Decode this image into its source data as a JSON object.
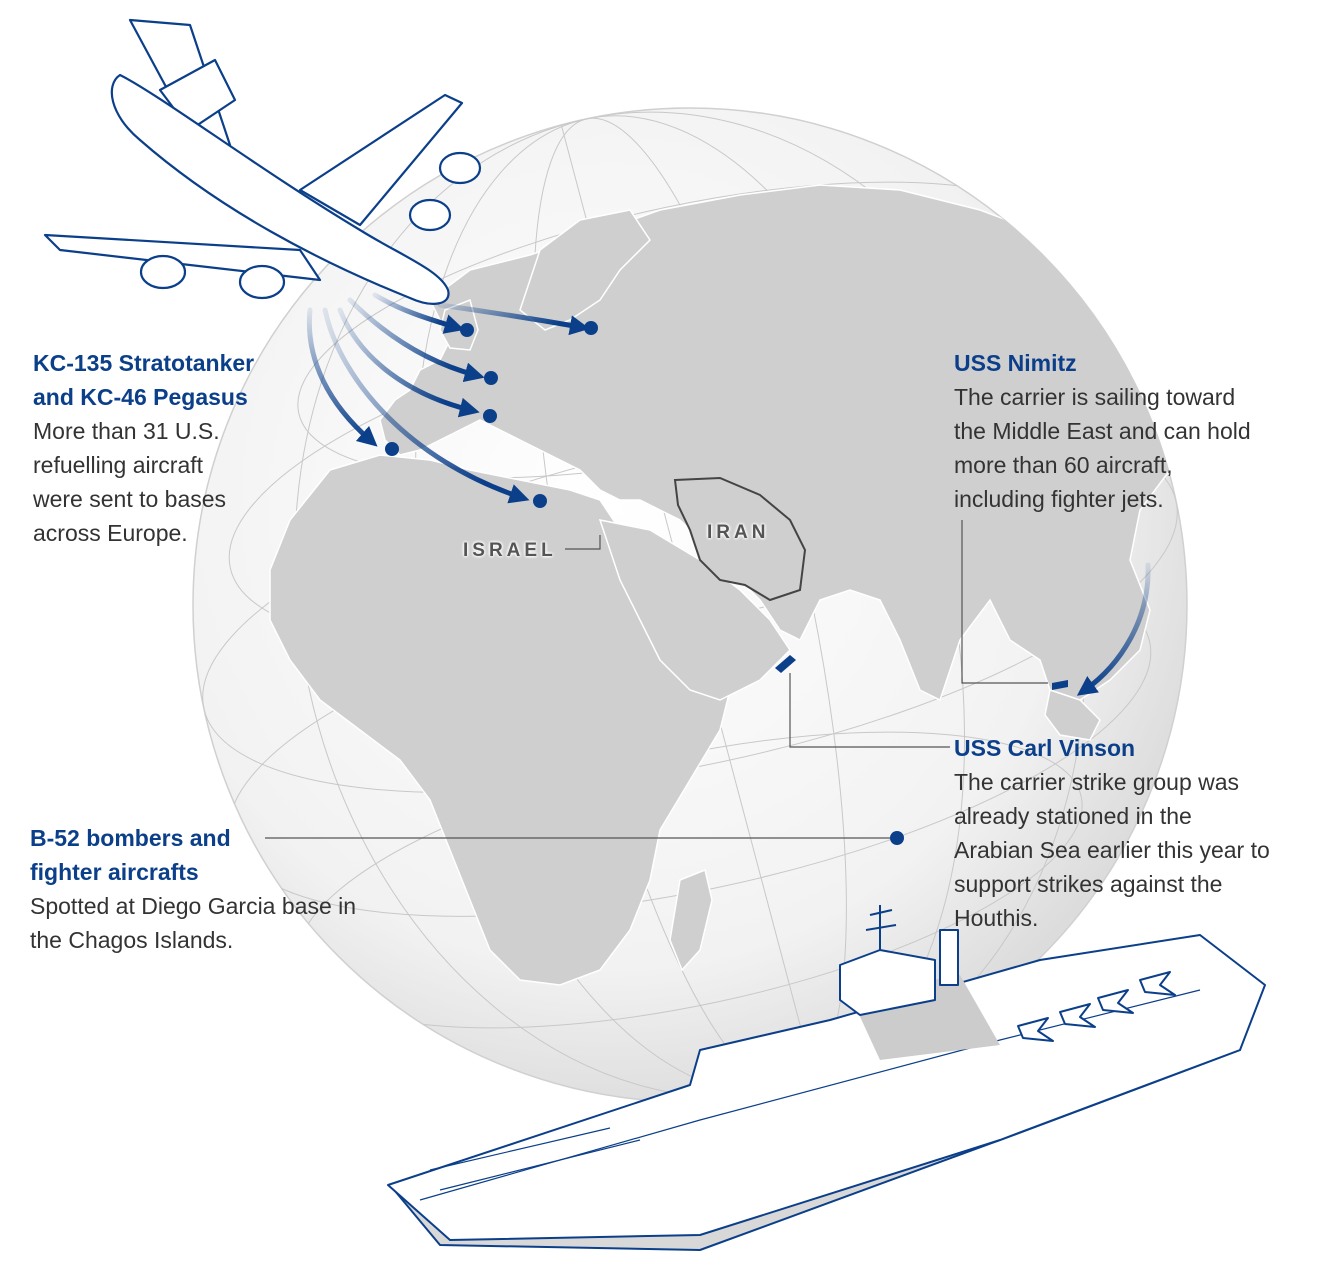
{
  "annotations": {
    "tankers": {
      "title_line1": "KC-135 Stratotanker",
      "title_line2": "and KC-46 Pegasus",
      "body_lines": [
        "More than 31 U.S.",
        "refuelling aircraft",
        "were sent to bases",
        "across Europe."
      ]
    },
    "nimitz": {
      "title": "USS Nimitz",
      "body_lines": [
        "The carrier is sailing toward",
        "the Middle East and can hold",
        "more than 60 aircraft,",
        "including fighter jets."
      ]
    },
    "vinson": {
      "title": "USS Carl Vinson",
      "body_lines": [
        "The carrier strike group was",
        "already stationed in the",
        "Arabian Sea earlier this year to",
        "support strikes against the",
        "Houthis."
      ]
    },
    "bombers": {
      "title_line1": "B-52 bombers and",
      "title_line2": "fighter aircrafts",
      "body_lines": [
        "Spotted at Diego Garcia base in",
        "the Chagos Islands."
      ]
    }
  },
  "countries": {
    "israel": "ISRAEL",
    "iran": "IRAN"
  },
  "colors": {
    "accent": "#0b3f8a",
    "land": "#cfcfcf",
    "ocean": "#f4f4f4",
    "text": "#333333"
  }
}
